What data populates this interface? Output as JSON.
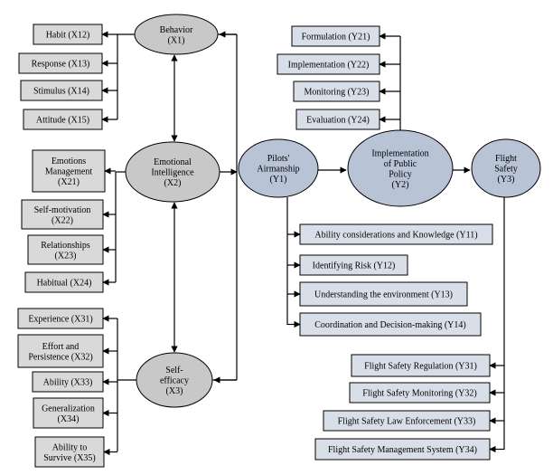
{
  "constructs": {
    "x1": {
      "lines": [
        "Behavior",
        "(X1)"
      ]
    },
    "x2": {
      "lines": [
        "Emotional",
        "Intelligence",
        "(X2)"
      ]
    },
    "x3": {
      "lines": [
        "Self-",
        "efficacy",
        "(X3)"
      ]
    },
    "y1": {
      "lines": [
        "Pilots'",
        "Airmanship",
        "(Y1)"
      ]
    },
    "y2": {
      "lines": [
        "Implementation",
        "of Public",
        "Policy",
        "(Y2)"
      ]
    },
    "y3": {
      "lines": [
        "Flight",
        "Safety",
        "(Y3)"
      ]
    }
  },
  "indicators": {
    "x1": [
      {
        "lines": [
          "Habit (X12)"
        ]
      },
      {
        "lines": [
          "Response (X13)"
        ]
      },
      {
        "lines": [
          "Stimulus (X14)"
        ]
      },
      {
        "lines": [
          "Attitude (X15)"
        ]
      }
    ],
    "x2": [
      {
        "lines": [
          "Emotions",
          "Management",
          "(X21)"
        ]
      },
      {
        "lines": [
          "Self-motivation",
          "(X22)"
        ]
      },
      {
        "lines": [
          "Relationships",
          "(X23)"
        ]
      },
      {
        "lines": [
          "Habitual (X24)"
        ]
      }
    ],
    "x3": [
      {
        "lines": [
          "Experience (X31)"
        ]
      },
      {
        "lines": [
          "Effort and",
          "Persistence (X32)"
        ]
      },
      {
        "lines": [
          "Ability (X33)"
        ]
      },
      {
        "lines": [
          "Generalization",
          "(X34)"
        ]
      },
      {
        "lines": [
          "Ability to",
          "Survive (X35)"
        ]
      }
    ],
    "y1": [
      {
        "lines": [
          "Ability considerations and Knowledge (Y11)"
        ]
      },
      {
        "lines": [
          "Identifying Risk (Y12)"
        ]
      },
      {
        "lines": [
          "Understanding the environment (Y13)"
        ]
      },
      {
        "lines": [
          "Coordination and Decision-making (Y14)"
        ]
      }
    ],
    "y2": [
      {
        "lines": [
          "Formulation (Y21)"
        ]
      },
      {
        "lines": [
          "Implementation (Y22)"
        ]
      },
      {
        "lines": [
          "Monitoring (Y23)"
        ]
      },
      {
        "lines": [
          "Evaluation (Y24)"
        ]
      }
    ],
    "y3": [
      {
        "lines": [
          "Flight Safety Regulation (Y31)"
        ]
      },
      {
        "lines": [
          "Flight Safety Monitoring (Y32)"
        ]
      },
      {
        "lines": [
          "Flight Safety Law Enforcement (Y33)"
        ]
      },
      {
        "lines": [
          "Flight Safety Management System (Y34)"
        ]
      }
    ]
  },
  "colors": {
    "x_indicator_fill": "#d9d9d9",
    "y_indicator_fill": "#d9dfe8",
    "x_construct_fill": "#c8c8c8",
    "y_construct_fill": "#b8c4d6",
    "line": "#000000"
  }
}
